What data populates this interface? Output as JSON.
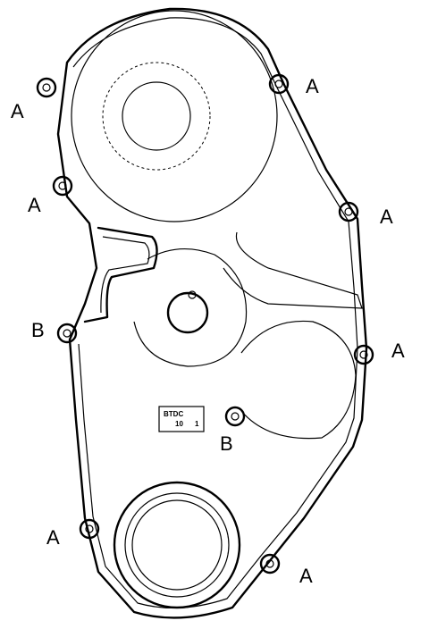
{
  "labels": {
    "a1": "A",
    "a2": "A",
    "a3": "A",
    "a4": "A",
    "a5": "A",
    "a6": "A",
    "a7": "A",
    "b1": "B",
    "b2": "B"
  },
  "plate": {
    "line1": "BTDC",
    "line2": "10",
    "line3": "1"
  }
}
